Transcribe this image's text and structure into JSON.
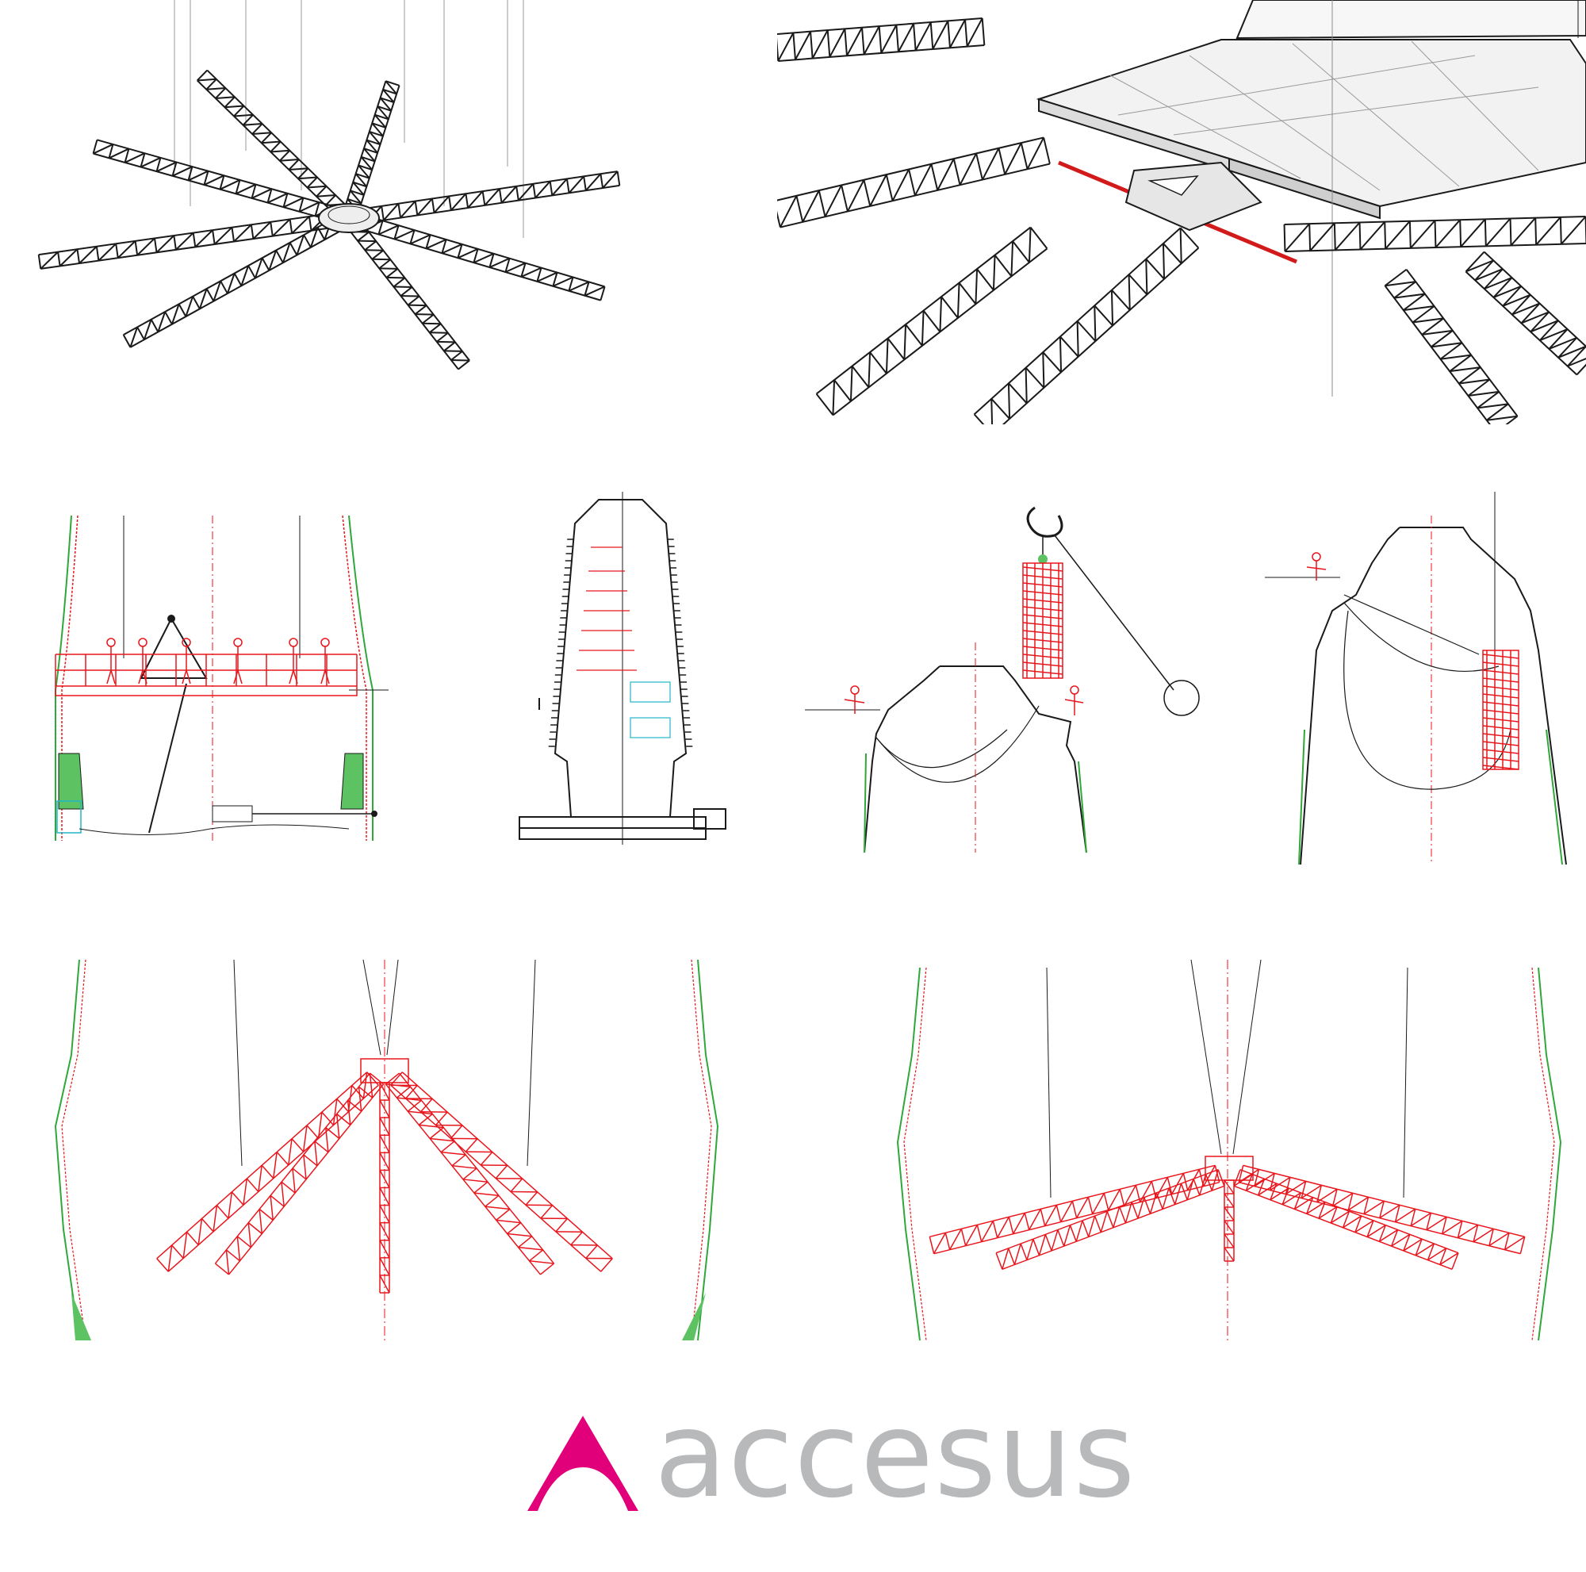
{
  "brand": {
    "name": "accesus",
    "mark_color": "#e2007a",
    "text_color": "#b8b9bb"
  },
  "colors": {
    "line_black": "#1a1a1a",
    "line_red": "#e8161c",
    "line_green": "#2fa83a",
    "line_gray": "#8c8c8c",
    "fill_gray": "#e6e6e6"
  },
  "panels": [
    {
      "id": "iso-star-platform",
      "view": "isometric"
    },
    {
      "id": "iso-detail",
      "view": "isometric"
    },
    {
      "id": "section-platform",
      "view": "section"
    },
    {
      "id": "section-tower",
      "view": "section"
    },
    {
      "id": "section-crane-lift",
      "view": "section"
    },
    {
      "id": "section-hanging",
      "view": "section"
    },
    {
      "id": "section-arms-folded",
      "view": "section"
    },
    {
      "id": "section-arms-open",
      "view": "section"
    }
  ]
}
